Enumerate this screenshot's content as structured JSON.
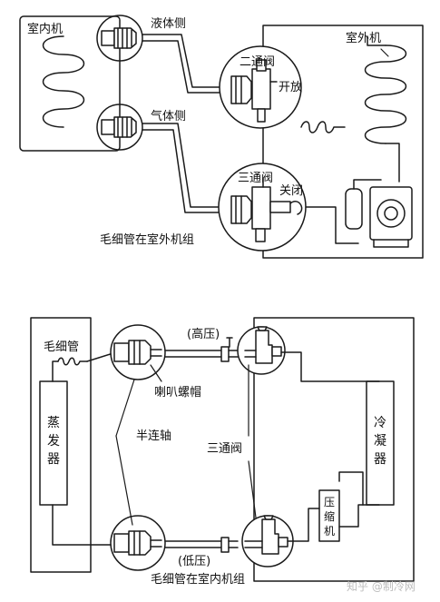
{
  "figure_a": {
    "indoor_unit": "室内机",
    "outdoor_unit": "室外机",
    "liquid_side": "液体侧",
    "gas_side": "气体侧",
    "two_way_valve": "二通阀",
    "two_way_state": "开放",
    "three_way_valve": "三通阀",
    "three_way_state": "关闭",
    "caption": "毛细管在室外机组"
  },
  "figure_b": {
    "capillary": "毛细管",
    "high_pressure": "(高压)",
    "flare_nut": "喇叭螺帽",
    "half_union": "半连轴",
    "three_way_valve": "三通阀",
    "low_pressure": "(低压)",
    "evaporator": [
      "蒸",
      "发",
      "器"
    ],
    "condenser": [
      "冷",
      "凝",
      "器"
    ],
    "compressor": [
      "压",
      "缩",
      "机"
    ],
    "caption": "毛细管在室内机组"
  },
  "watermark": "知乎 @制冷网",
  "colors": {
    "line": "#1a1a1a",
    "background": "#ffffff",
    "watermark": "#bdbdbd"
  }
}
